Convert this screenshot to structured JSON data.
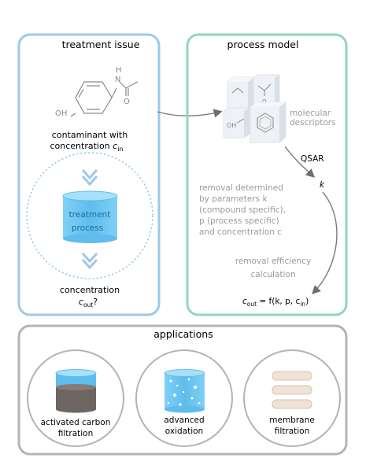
{
  "treatment_issue": {
    "title": "treatment issue",
    "oh_label": "OH",
    "nh_label": "H",
    "n_label": "N",
    "o_label": "O",
    "contaminant_line1": "contaminant with",
    "contaminant_line2": "concentration",
    "c_in": "c",
    "c_in_sub": "in",
    "process_line1": "treatment",
    "process_line2": "process",
    "out_line1": "concentration",
    "c_out": "c",
    "c_out_sub": "out",
    "c_out_suffix": "?"
  },
  "process_model": {
    "title": "process model",
    "descriptors_line1": "molecular",
    "descriptors_line2": "descriptors",
    "qsar_label": "QSAR",
    "k_label": "k",
    "removal_text": [
      "removal determined",
      "by parameters k",
      "(compound specific),",
      "p (process specific)",
      "and concentration c"
    ],
    "efficiency_line1": "removal efficiency",
    "efficiency_line2": "calculation",
    "formula": "c",
    "formula_sub": "out",
    "formula_rest": " = f(k, p, c",
    "formula_sub2": "in",
    "formula_end": ")"
  },
  "applications": {
    "title": "applications",
    "items": [
      {
        "line1": "activated carbon",
        "line2": "filtration"
      },
      {
        "line1": "advanced",
        "line2": "oxidation"
      },
      {
        "line1": "membrane",
        "line2": "filtration"
      }
    ]
  },
  "colors": {
    "blue_border": "#9cc9ea",
    "teal_border": "#8fd6c4",
    "gray_border": "#b4b4b4",
    "cylinder_blue": "#6cc3f0",
    "arrow_gray": "#7a7a7a"
  }
}
